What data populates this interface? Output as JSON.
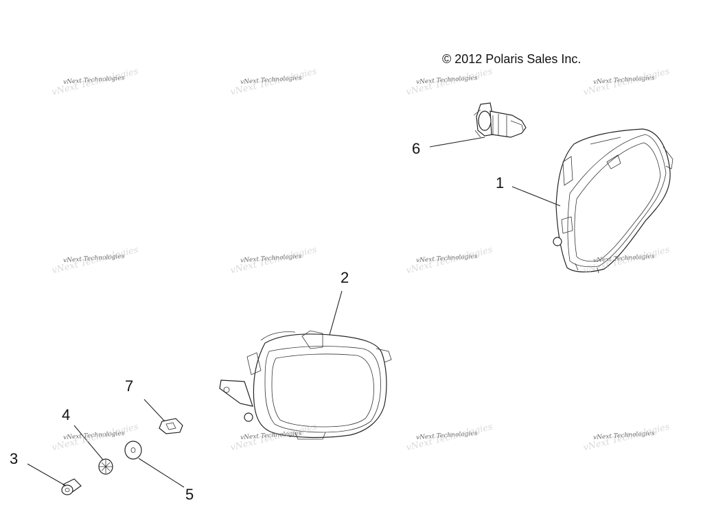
{
  "copyright": "© 2012 Polaris Sales Inc.",
  "watermark": "vNext Technologies",
  "callouts": [
    {
      "id": "1",
      "label": "1",
      "part": "headlight assembly (right)"
    },
    {
      "id": "2",
      "label": "2",
      "part": "headlight assembly (left)"
    },
    {
      "id": "3",
      "label": "3",
      "part": "screw"
    },
    {
      "id": "4",
      "label": "4",
      "part": "push nut"
    },
    {
      "id": "5",
      "label": "5",
      "part": "washer"
    },
    {
      "id": "6",
      "label": "6",
      "part": "bulb"
    },
    {
      "id": "7",
      "label": "7",
      "part": "clip"
    }
  ]
}
